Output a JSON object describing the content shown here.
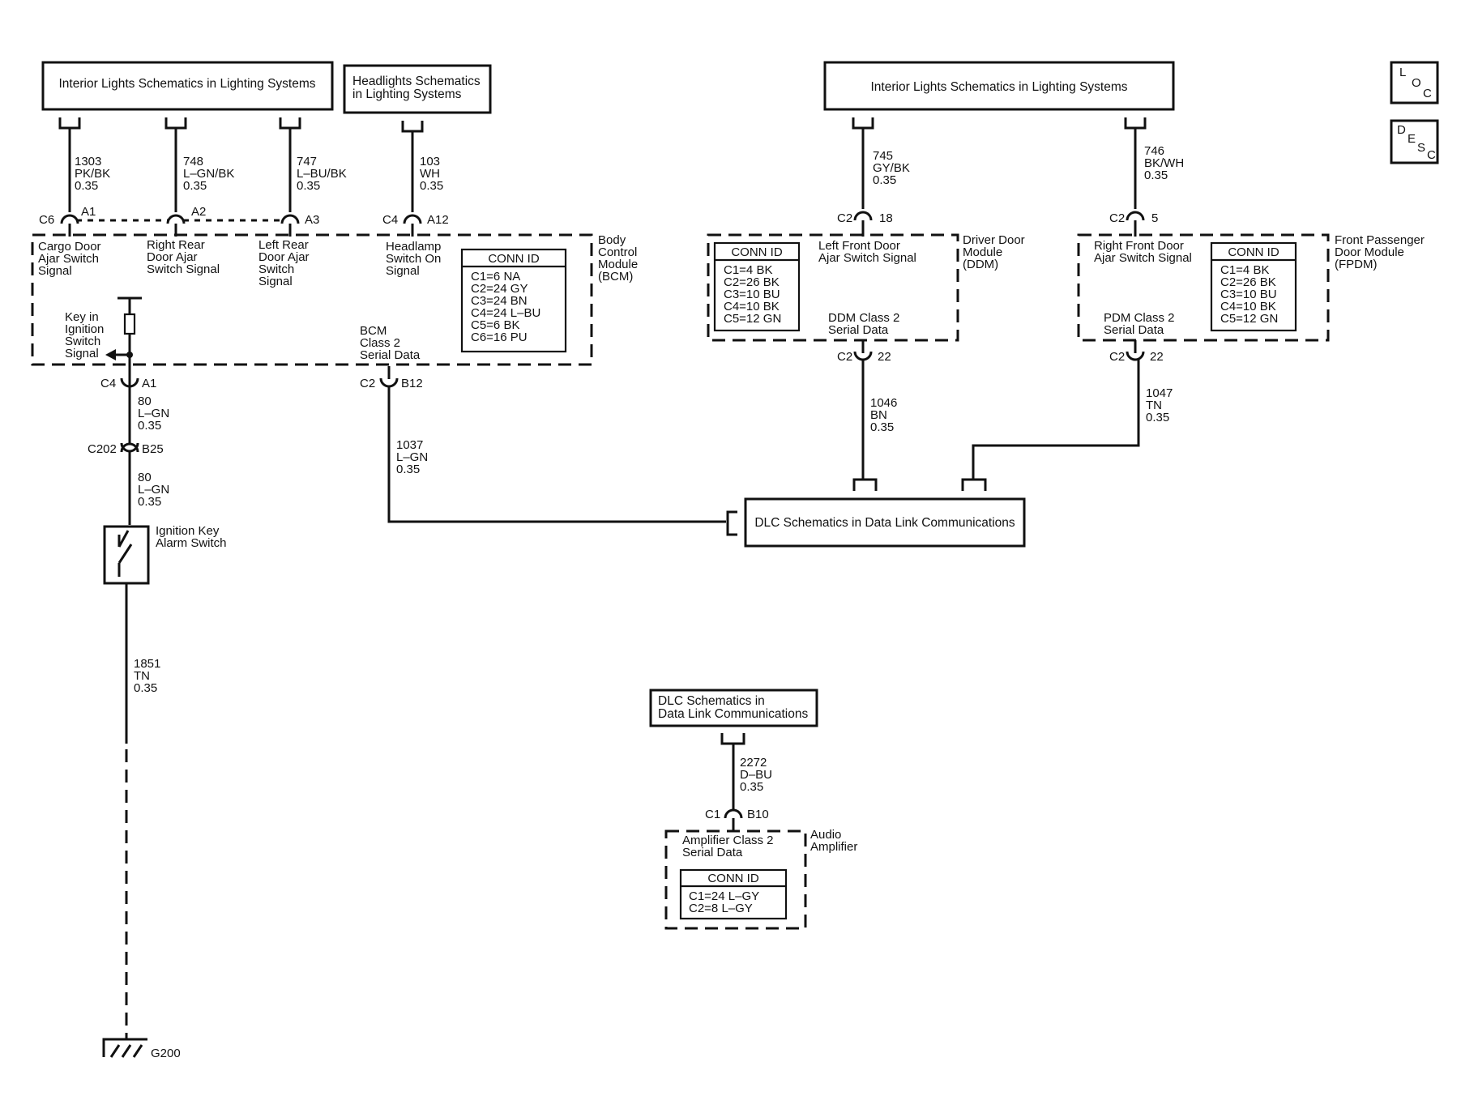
{
  "refs": {
    "interior_lights_left": "Interior Lights Schematics in Lighting Systems",
    "headlights": [
      "Headlights Schematics",
      "in Lighting Systems"
    ],
    "interior_lights_right": "Interior Lights Schematics in Lighting Systems",
    "dlc_main": "DLC Schematics in Data Link Communications",
    "dlc_amp": [
      "DLC Schematics in",
      "Data Link Communications"
    ]
  },
  "side_buttons": {
    "loc": [
      "L",
      "O",
      "C"
    ],
    "desc": [
      "D",
      "E",
      "S",
      "C"
    ]
  },
  "wires": {
    "w1303": [
      "1303",
      "PK/BK",
      "0.35"
    ],
    "w748": [
      "748",
      "L–GN/BK",
      "0.35"
    ],
    "w747": [
      "747",
      "L–BU/BK",
      "0.35"
    ],
    "w103": [
      "103",
      "WH",
      "0.35"
    ],
    "w745": [
      "745",
      "GY/BK",
      "0.35"
    ],
    "w746": [
      "746",
      "BK/WH",
      "0.35"
    ],
    "w80a": [
      "80",
      "L–GN",
      "0.35"
    ],
    "w80b": [
      "80",
      "L–GN",
      "0.35"
    ],
    "w1037": [
      "1037",
      "L–GN",
      "0.35"
    ],
    "w1046": [
      "1046",
      "BN",
      "0.35"
    ],
    "w1047": [
      "1047",
      "TN",
      "0.35"
    ],
    "w1851": [
      "1851",
      "TN",
      "0.35"
    ],
    "w2272": [
      "2272",
      "D–BU",
      "0.35"
    ]
  },
  "pins": {
    "bcm_c6": "C6",
    "bcm_a1": "A1",
    "bcm_a2": "A2",
    "bcm_a3": "A3",
    "bcm_c4_head": "C4",
    "bcm_a12": "A12",
    "bcm_c4_key": "C4",
    "bcm_a1_key": "A1",
    "bcm_c2": "C2",
    "bcm_b12": "B12",
    "c202": "C202",
    "b25": "B25",
    "ddm_c2_top": "C2",
    "ddm_18": "18",
    "ddm_c2_bot": "C2",
    "ddm_22": "22",
    "fpdm_c2_top": "C2",
    "fpdm_5": "5",
    "fpdm_c2_bot": "C2",
    "fpdm_22": "22",
    "amp_c1": "C1",
    "amp_b10": "B10"
  },
  "bcm": {
    "name": [
      "Body",
      "Control",
      "Module",
      "(BCM)"
    ],
    "cargo": [
      "Cargo Door",
      "Ajar Switch",
      "Signal"
    ],
    "right_rear": [
      "Right Rear",
      "Door Ajar",
      "Switch Signal"
    ],
    "left_rear": [
      "Left Rear",
      "Door Ajar",
      "Switch",
      "Signal"
    ],
    "headlamp": [
      "Headlamp",
      "Switch On",
      "Signal"
    ],
    "key": [
      "Key in",
      "Ignition",
      "Switch",
      "Signal"
    ],
    "serial": [
      "BCM",
      "Class 2",
      "Serial Data"
    ],
    "conn_title": "CONN ID",
    "conn_rows": [
      "C1=6 NA",
      "C2=24 GY",
      "C3=24 BN",
      "C4=24 L–BU",
      "C5=6 BK",
      "C6=16 PU"
    ]
  },
  "ddm": {
    "name": [
      "Driver Door",
      "Module",
      "(DDM)"
    ],
    "signal": [
      "Left Front Door",
      "Ajar Switch Signal"
    ],
    "serial": [
      "DDM Class 2",
      "Serial Data"
    ],
    "conn_title": "CONN ID",
    "conn_rows": [
      "C1=4 BK",
      "C2=26 BK",
      "C3=10 BU",
      "C4=10 BK",
      "C5=12 GN"
    ]
  },
  "fpdm": {
    "name": [
      "Front Passenger",
      "Door Module",
      "(FPDM)"
    ],
    "signal": [
      "Right Front Door",
      "Ajar Switch Signal"
    ],
    "serial": [
      "PDM Class 2",
      "Serial Data"
    ],
    "conn_title": "CONN ID",
    "conn_rows": [
      "C1=4 BK",
      "C2=26 BK",
      "C3=10 BU",
      "C4=10 BK",
      "C5=12 GN"
    ]
  },
  "amp": {
    "name": [
      "Audio",
      "Amplifier"
    ],
    "serial": [
      "Amplifier Class 2",
      "Serial Data"
    ],
    "conn_title": "CONN ID",
    "conn_rows": [
      "C1=24 L–GY",
      "C2=8 L–GY"
    ]
  },
  "ignition_switch": [
    "Ignition Key",
    "Alarm Switch"
  ],
  "ground": "G200"
}
